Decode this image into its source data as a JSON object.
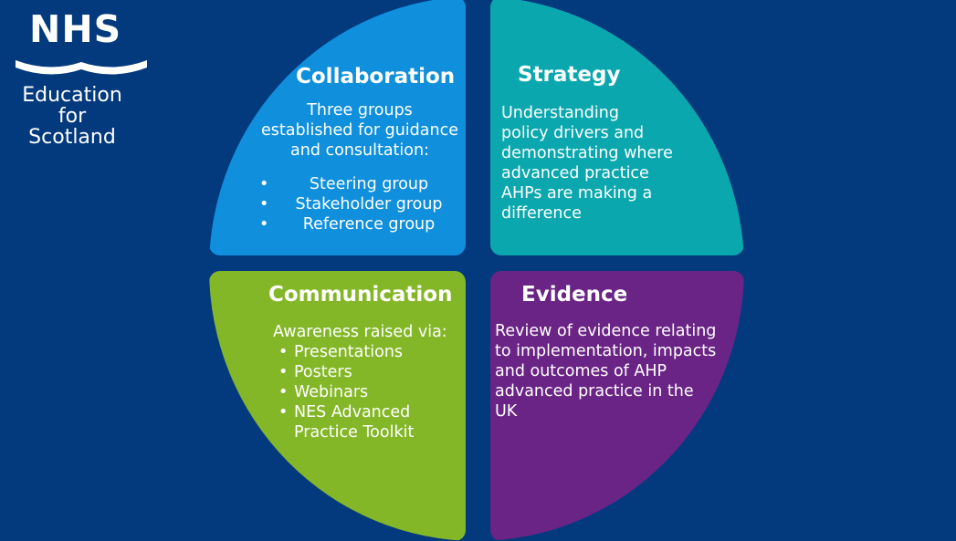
{
  "logo": {
    "nhs": "NHS",
    "line1": "Education",
    "line2": "for",
    "line3": "Scotland"
  },
  "colors": {
    "background": "#033a7e",
    "collaboration": "#0f8fdc",
    "strategy": "#0aa8ae",
    "communication": "#84b728",
    "evidence": "#6a2485"
  },
  "quadrants": {
    "collaboration": {
      "title": "Collaboration",
      "intro": [
        "Three groups",
        "established for guidance",
        "and consultation:"
      ],
      "bullets": [
        "Steering group",
        "Stakeholder group",
        "Reference group"
      ]
    },
    "strategy": {
      "title": "Strategy",
      "lines": [
        "Understanding",
        "policy drivers and",
        "demonstrating where",
        "advanced practice",
        "AHPs are making a",
        "difference"
      ]
    },
    "communication": {
      "title": "Communication",
      "intro": "Awareness raised via:",
      "bullets": [
        "Presentations",
        "Posters",
        "Webinars",
        "NES Advanced Practice Toolkit"
      ]
    },
    "evidence": {
      "title": "Evidence",
      "lines": [
        "Review of evidence relating",
        "to implementation, impacts",
        "and outcomes of AHP",
        "advanced practice in the",
        "UK"
      ]
    }
  }
}
